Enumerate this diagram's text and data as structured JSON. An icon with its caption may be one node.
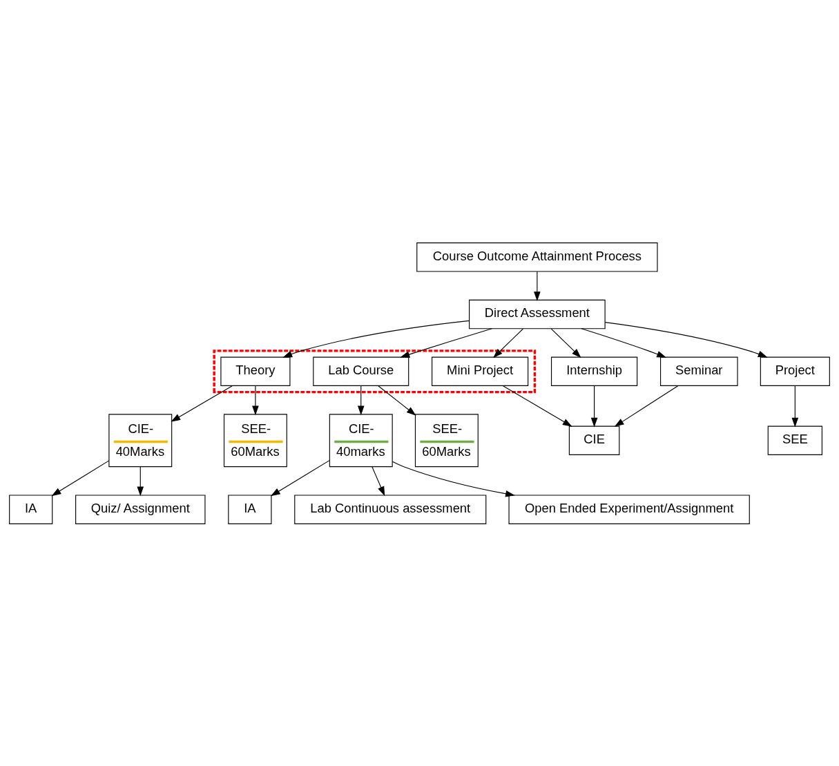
{
  "diagram": {
    "nodes": [
      {
        "text": [
          "Course Outcome Attainment Process"
        ]
      },
      {
        "text": [
          "Direct Assessment"
        ]
      },
      {
        "text": [],
        "shape": "box"
      },
      {
        "text": [
          "Theory"
        ],
        "in": 2
      },
      {
        "text": [
          "Lab Course"
        ],
        "in": 2
      },
      {
        "text": [
          "Mini Project"
        ],
        "in": 2
      },
      {
        "text": [
          "CIE-",
          "40Marks"
        ]
      },
      {
        "text": [
          "SEE-",
          "60Marks"
        ]
      },
      {
        "text": [
          "CIE-",
          "40marks"
        ]
      },
      {
        "text": [
          "SEE-",
          "60Marks"
        ]
      },
      {
        "text": [
          "Project"
        ]
      },
      {
        "text": [
          "SEE"
        ]
      },
      {
        "text": [
          "Internship"
        ]
      },
      {
        "text": [
          "CIE"
        ]
      },
      {
        "text": [
          "Seminar"
        ]
      },
      {
        "text": [
          "IA"
        ]
      },
      {
        "text": [
          "Quiz/ Assignment"
        ]
      },
      {
        "text": [
          "IA"
        ]
      },
      {
        "text": [
          "Lab Continuous assessment"
        ]
      },
      {
        "text": [
          "Open Ended Experiment/Assignment"
        ]
      }
    ],
    "edges": [
      {
        "from": 0,
        "to": 1,
        "arrow": "to"
      },
      {
        "from": 1,
        "to": 3,
        "arrow": "to"
      },
      {
        "from": 1,
        "to": 4,
        "arrow": "to"
      },
      {
        "from": 1,
        "to": 5,
        "arrow": "to"
      },
      {
        "from": 1,
        "to": 10,
        "arrow": "to"
      },
      {
        "from": 1,
        "to": 12,
        "arrow": "to"
      },
      {
        "from": 1,
        "to": 14,
        "arrow": "to"
      },
      {
        "from": 3,
        "to": 6,
        "arrow": "to"
      },
      {
        "from": 3,
        "to": 7,
        "arrow": "to"
      },
      {
        "from": 4,
        "to": 8,
        "arrow": "to"
      },
      {
        "from": 4,
        "to": 9,
        "arrow": "to"
      },
      {
        "from": 5,
        "to": 13,
        "arrow": "to"
      },
      {
        "from": 10,
        "to": 11,
        "arrow": "to"
      },
      {
        "from": 12,
        "to": 13,
        "arrow": "to"
      },
      {
        "from": 14,
        "to": 13,
        "arrow": "to"
      },
      {
        "from": 6,
        "to": 15,
        "arrow": "to"
      },
      {
        "from": 6,
        "to": 16,
        "arrow": "to"
      },
      {
        "from": 8,
        "to": 17,
        "arrow": "to"
      },
      {
        "from": 8,
        "to": 18,
        "arrow": "to"
      },
      {
        "from": 8,
        "to": 19,
        "arrow": "to"
      }
    ]
  }
}
